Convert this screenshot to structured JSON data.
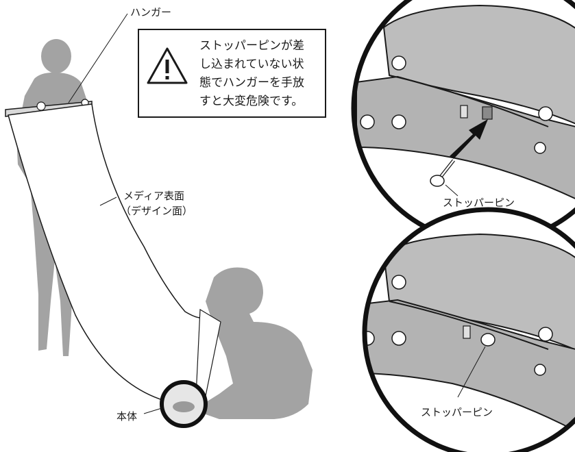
{
  "labels": {
    "hanger": "ハンガー",
    "media_surface_line1": "メディア表面",
    "media_surface_line2": "（デザイン面）",
    "body": "本体",
    "stopper_pin_top": "ストッパーピン",
    "stopper_pin_bottom": "ストッパーピン"
  },
  "warning": {
    "icon": "warning-triangle-icon",
    "text": "ストッパーピンが差\nし込まれていない状\n態でハンガーを手放\nすと大変危険です。"
  },
  "colors": {
    "figure_gray": "#a3a3a3",
    "metal_gray": "#b9b9b9",
    "line": "#1a1a1a",
    "arrow": "#111111"
  }
}
